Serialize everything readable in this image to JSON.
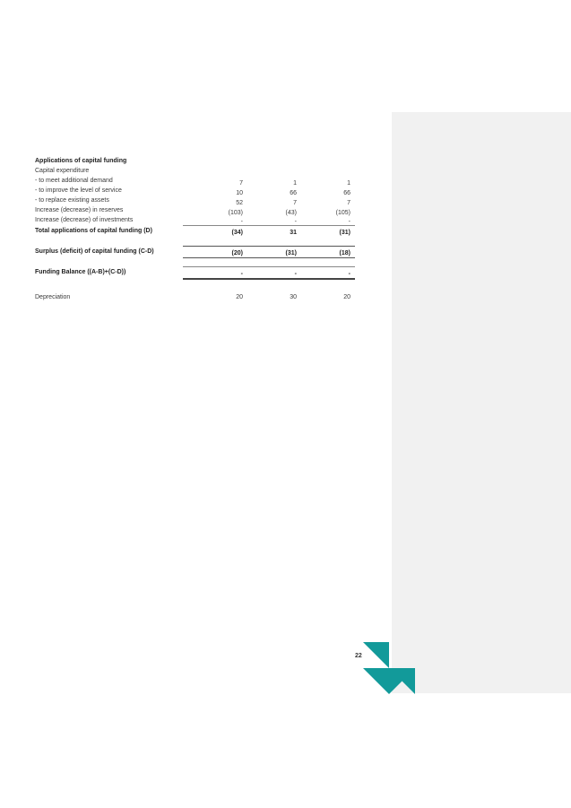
{
  "section_title": "Applications of capital funding",
  "rows": [
    {
      "label": "Capital expenditure",
      "bold": false,
      "v1": "",
      "v2": "",
      "v3": ""
    },
    {
      "label": "- to meet additional demand",
      "bold": false,
      "v1": "7",
      "v2": "1",
      "v3": "1"
    },
    {
      "label": "- to improve the level of service",
      "bold": false,
      "v1": "10",
      "v2": "66",
      "v3": "66"
    },
    {
      "label": "- to replace existing assets",
      "bold": false,
      "v1": "52",
      "v2": "7",
      "v3": "7"
    },
    {
      "label": "Increase (decrease) in reserves",
      "bold": false,
      "v1": "(103)",
      "v2": "(43)",
      "v3": "(105)"
    },
    {
      "label": "Increase (decrease) of investments",
      "bold": false,
      "v1": "-",
      "v2": "-",
      "v3": "-"
    },
    {
      "label": "Total applications of capital funding (D)",
      "bold": true,
      "v1": "(34)",
      "v2": "31",
      "v3": "(31)"
    }
  ],
  "surplus": {
    "label": "Surplus (deficit) of capital funding (C-D)",
    "v1": "(20)",
    "v2": "(31)",
    "v3": "(18)"
  },
  "funding_balance": {
    "label": "Funding Balance ((A-B)+(C-D))",
    "v1": "-",
    "v2": "-",
    "v3": "-"
  },
  "depreciation": {
    "label": "Depreciation",
    "v1": "20",
    "v2": "30",
    "v3": "20"
  },
  "page_number": "22",
  "colors": {
    "logo_teal": "#129a9a",
    "comment_pane": "#f1f1f1"
  }
}
